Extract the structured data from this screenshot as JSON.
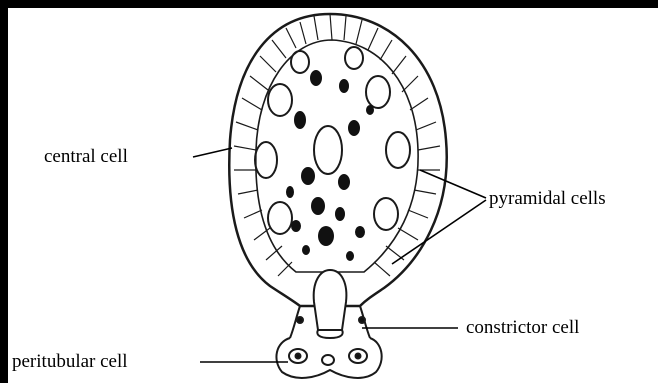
{
  "labels": {
    "central": "central cell",
    "pyramidal": "pyramidal cells",
    "constrictor": "constrictor cell",
    "peritubular": "peritubular cell"
  },
  "colors": {
    "ink": "#000000",
    "stroke": "#1a1a1a",
    "background": "#ffffff"
  }
}
